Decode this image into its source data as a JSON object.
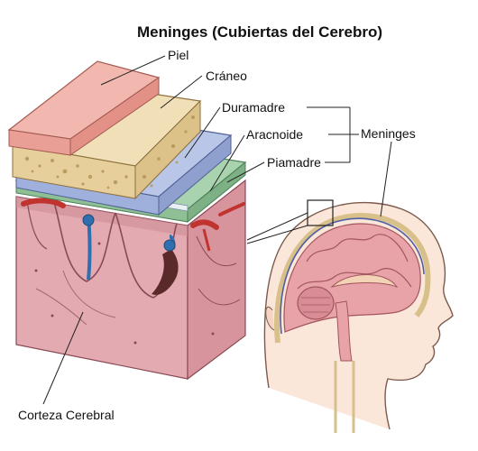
{
  "title": "Meninges (Cubiertas del Cerebro)",
  "labels": {
    "piel": "Piel",
    "craneo": "Cráneo",
    "duramadre": "Duramadre",
    "aracnoide": "Aracnoide",
    "piamadre": "Piamadre",
    "meninges": "Meninges",
    "corteza": "Corteza Cerebral"
  },
  "colors": {
    "skin": "#f2b8b0",
    "bone": "#f1dfb8",
    "dura": "#b9c6e8",
    "pia": "#a9d3ae",
    "cortex": "#e2aab0",
    "artery": "#c0332f",
    "vein": "#2f6fb0"
  }
}
